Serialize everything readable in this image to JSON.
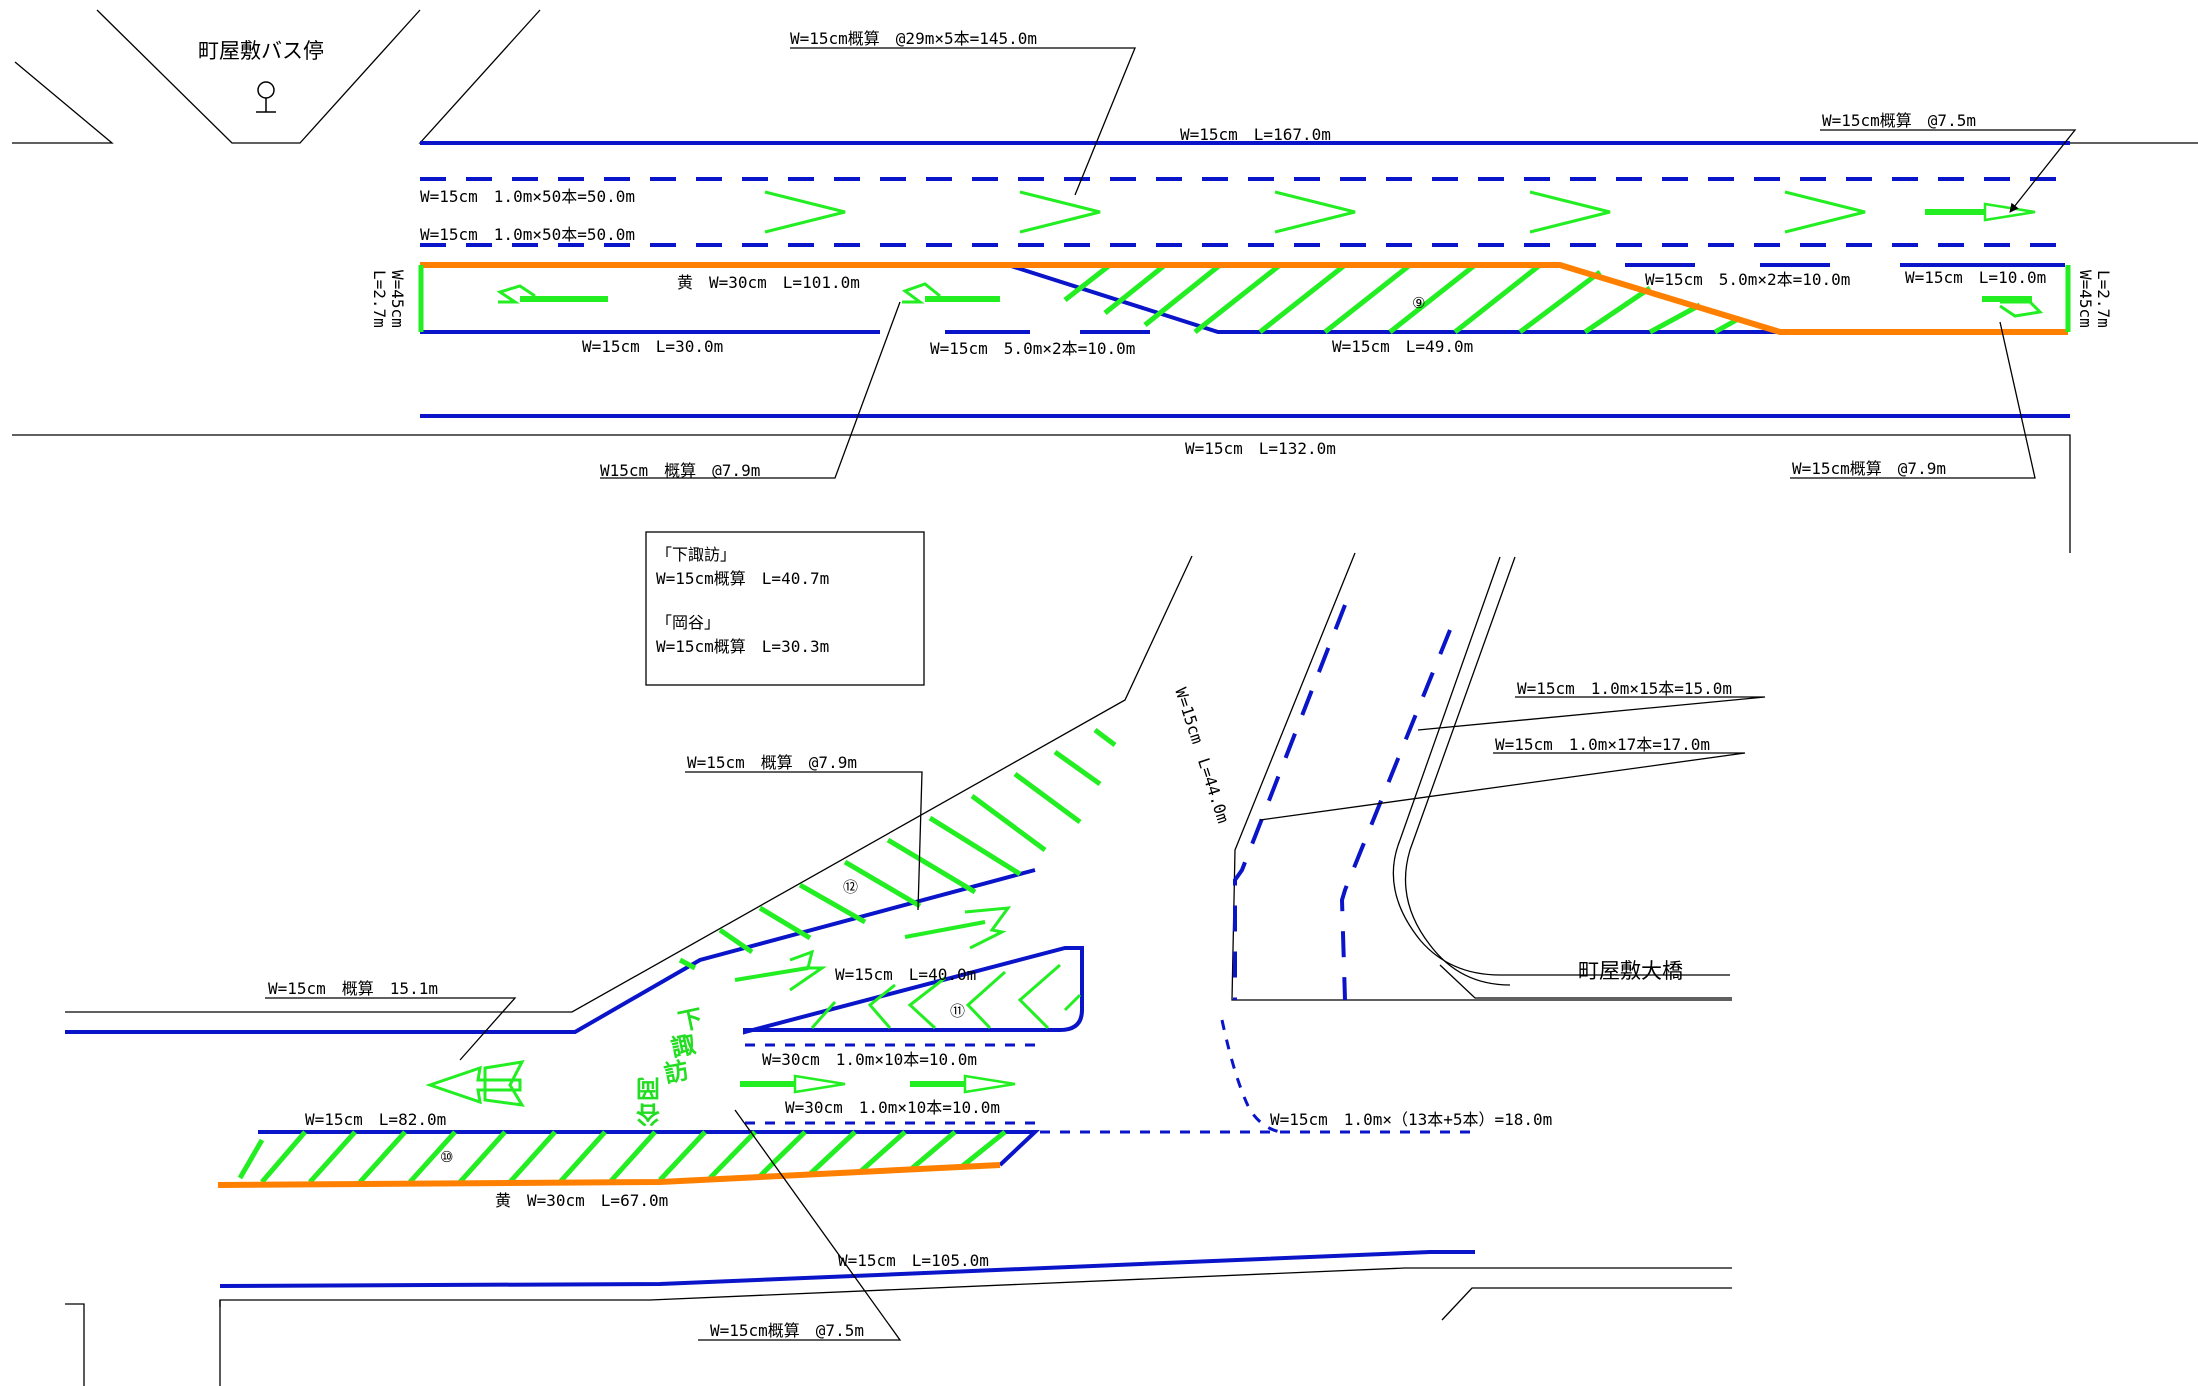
{
  "places": {
    "bus_stop": "町屋敷バス停",
    "bridge": "町屋敷大橋"
  },
  "area_numbers": [
    "⑨",
    "⑩",
    "⑪",
    "⑫"
  ],
  "direction_words": {
    "shimosuwa": "下諏訪",
    "okaya": "岡谷"
  },
  "info_box": {
    "line1": "「下諏訪」",
    "line2": "W=15cm概算　L=40.7m",
    "line3": "「岡谷」",
    "line4": "W=15cm概算　L=30.3m"
  },
  "labels": {
    "top_chevron": "W=15cm概算　@29m×5本=145.0m",
    "top_line": "W=15cm　L=167.0m",
    "top_right_arrow": "W=15cm概算　@7.5m",
    "dash_line_1": "W=15cm　1.0m×50本=50.0m",
    "dash_line_2": "W=15cm　1.0m×50本=50.0m",
    "yellow_top": "黄　W=30cm　L=101.0m",
    "left_stop_w": "W=45cm",
    "left_stop_l": "L=2.7m",
    "right_stop_w": "W=45cm",
    "right_stop_l": "L=2.7m",
    "right_dash": "W=15cm　5.0m×2本=10.0m",
    "right_short": "W=15cm　L=10.0m",
    "line_30": "W=15cm　L=30.0m",
    "mid_dash": "W=15cm　5.0m×2本=10.0m",
    "line_49": "W=15cm　L=49.0m",
    "line_132": "W=15cm　L=132.0m",
    "arrow_left_79": "W15cm　概算　@7.9m",
    "arrow_right_79": "W=15cm概算　@7.9m",
    "dash_15": "W=15cm　1.0m×15本=15.0m",
    "dash_17": "W=15cm　1.0m×17本=17.0m",
    "slant_44": "W=15cm　L=44.0m",
    "zebra_79": "W=15cm　概算　@7.9m",
    "approx_151": "W=15cm　概算　15.1m",
    "island_40": "W=15cm　L=40.0m",
    "dash_30_1": "W=30cm　1.0m×10本=10.0m",
    "dash_30_2": "W=30cm　1.0m×10本=10.0m",
    "line_82": "W=15cm　L=82.0m",
    "dash_18": "W=15cm　1.0m×（13本+5本）=18.0m",
    "yellow_bottom": "黄　W=30cm　L=67.0m",
    "line_105": "W=15cm　L=105.0m",
    "bottom_arrow_75": "W=15cm概算　@7.5m"
  },
  "colors": {
    "lane_line": "#0a14c8",
    "yellow_line": "#ff8000",
    "zebra_and_arrow": "#22ee22",
    "base_line": "#000000"
  }
}
